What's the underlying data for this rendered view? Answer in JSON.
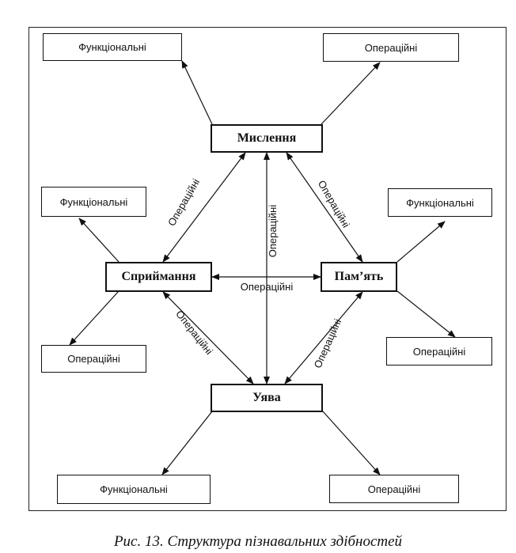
{
  "nodes": {
    "thinking": "Мислення",
    "perception": "Сприймання",
    "memory": "Пам’ять",
    "imagination": "Уява"
  },
  "leaves": {
    "thinking_func": "Функціональні",
    "thinking_oper": "Операційні",
    "perception_func": "Функціональні",
    "perception_oper": "Операційні",
    "memory_func": "Функціональні",
    "memory_oper": "Операційні",
    "imagination_func": "Функціональні",
    "imagination_oper": "Операційні"
  },
  "edge_labels": {
    "thinking_perception": "Операційні",
    "thinking_imagination": "Операційні",
    "thinking_memory": "Операційні",
    "perception_memory": "Операційні",
    "perception_imagination": "Операційні",
    "memory_imagination": "Операційні"
  },
  "caption": "Рис. 13. Структура пізнавальних здібностей"
}
